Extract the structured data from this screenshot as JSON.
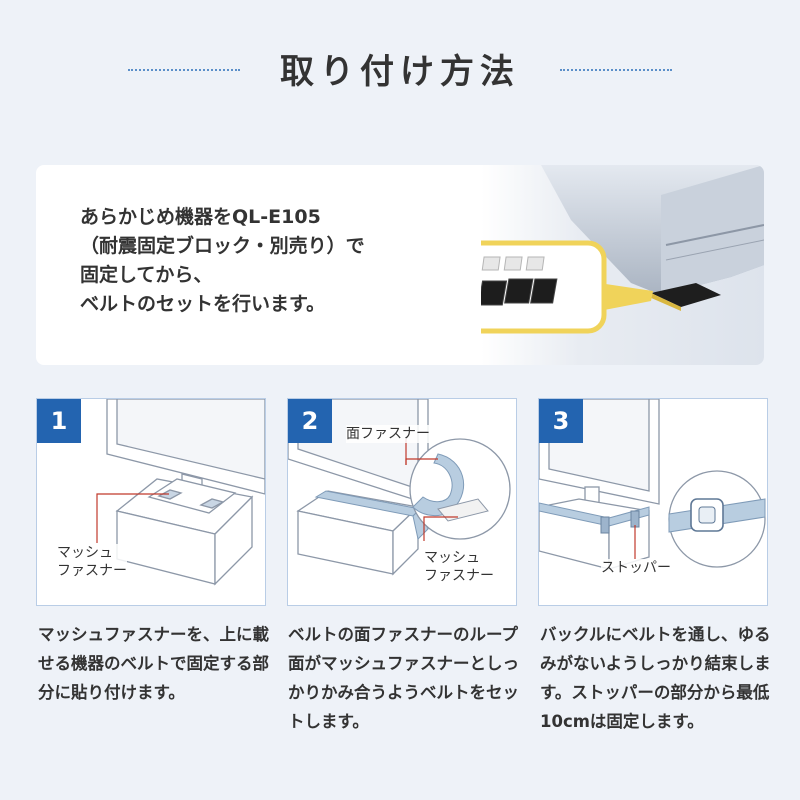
{
  "header": {
    "title": "取り付け方法"
  },
  "intro": {
    "text": "あらかじめ機器をQL-E105\n（耐震固定ブロック・別売り）で\n固定してから、\nベルトのセットを行います。"
  },
  "steps": [
    {
      "number": "1",
      "callouts": [
        "マッシュ\nファスナー"
      ],
      "description": "マッシュファスナーを、上に載せる機器のベルトで固定する部分に貼り付けます。"
    },
    {
      "number": "2",
      "callouts": [
        "面ファスナー",
        "マッシュ\nファスナー"
      ],
      "description": "ベルトの面ファスナーのループ面がマッシュファスナーとしっかりかみ合うようベルトをセットします。"
    },
    {
      "number": "3",
      "callouts": [
        "ストッパー"
      ],
      "description": "バックルにベルトを通し、ゆるみがないようしっかり結束します。ストッパーの部分から最低10cmは固定します。"
    }
  ],
  "colors": {
    "accent": "#2364b0",
    "callout_line": "#c0392b",
    "belt": "#b8cde0",
    "highlight": "#f0d35a"
  }
}
